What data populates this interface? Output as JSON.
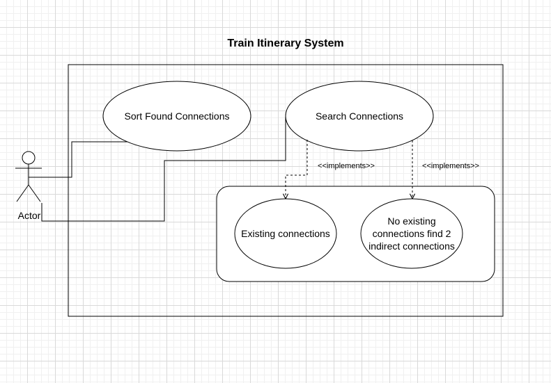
{
  "diagram": {
    "title": "Train Itinerary System",
    "actor": {
      "label": "Actor"
    },
    "use_cases": {
      "sort": "Sort Found Connections",
      "search": "Search Connections",
      "existing": "Existing connections",
      "indirect_lines": [
        "No existing",
        "connections find 2",
        "indirect connections"
      ]
    },
    "relations": {
      "implements_1": "<<implements>>",
      "implements_2": "<<implements>>"
    },
    "colors": {
      "line": "#000000",
      "fill": "#ffffff",
      "grid": "#d9d9d9"
    }
  }
}
